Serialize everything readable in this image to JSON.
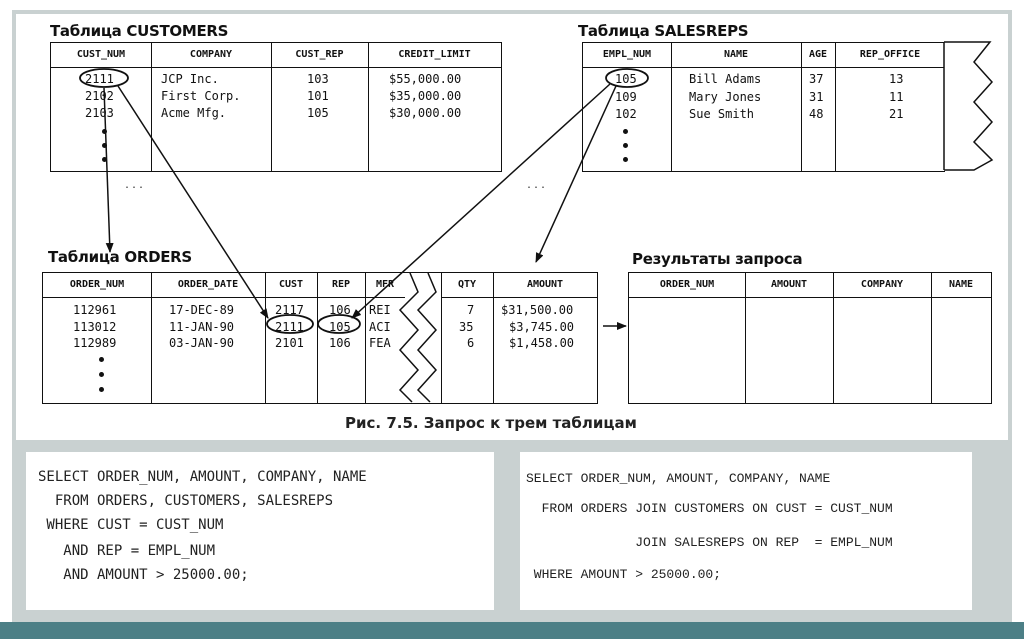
{
  "customers": {
    "title": "Таблица CUSTOMERS",
    "headers": [
      "CUST_NUM",
      "COMPANY",
      "CUST_REP",
      "CREDIT_LIMIT"
    ],
    "rows": [
      [
        "2111",
        "JCP Inc.",
        "103",
        "$55,000.00"
      ],
      [
        "2102",
        "First Corp.",
        "101",
        "$35,000.00"
      ],
      [
        "2103",
        "Acme Mfg.",
        "105",
        "$30,000.00"
      ]
    ]
  },
  "salesreps": {
    "title": "Таблица SALESREPS",
    "headers": [
      "EMPL_NUM",
      "NAME",
      "AGE",
      "REP_OFFICE"
    ],
    "rows": [
      [
        "105",
        "Bill Adams",
        "37",
        "13"
      ],
      [
        "109",
        "Mary Jones",
        "31",
        "11"
      ],
      [
        "102",
        "Sue Smith",
        "48",
        "21"
      ]
    ]
  },
  "orders": {
    "title": "Таблица ORDERS",
    "headers": [
      "ORDER_NUM",
      "ORDER_DATE",
      "CUST",
      "REP",
      "MFR",
      "QTY",
      "AMOUNT"
    ],
    "rows": [
      [
        "112961",
        "17-DEC-89",
        "2117",
        "106",
        "REI",
        "7",
        "$31,500.00"
      ],
      [
        "113012",
        "11-JAN-90",
        "2111",
        "105",
        "ACI",
        "35",
        "$3,745.00"
      ],
      [
        "112989",
        "03-JAN-90",
        "2101",
        "106",
        "FEA",
        "6",
        "$1,458.00"
      ]
    ]
  },
  "results": {
    "title": "Результаты запроса",
    "headers": [
      "ORDER_NUM",
      "AMOUNT",
      "COMPANY",
      "NAME"
    ]
  },
  "ellipsis": "...",
  "caption": "Рис. 7.5. Запрос к трем таблицам",
  "sql_where": [
    "SELECT ORDER_NUM, AMOUNT, COMPANY, NAME",
    "  FROM ORDERS, CUSTOMERS, SALESREPS",
    " WHERE CUST = CUST_NUM",
    "   AND REP = EMPL_NUM",
    "   AND AMOUNT > 25000.00;"
  ],
  "sql_join": [
    "SELECT ORDER_NUM, AMOUNT, COMPANY, NAME",
    "  FROM ORDERS JOIN CUSTOMERS ON CUST = CUST_NUM",
    "              JOIN SALESREPS ON REP  = EMPL_NUM",
    " WHERE AMOUNT > 25000.00;"
  ],
  "colors": {
    "frame": "#c9d1d1",
    "stripe": "#4c7f86",
    "ink": "#111111"
  }
}
